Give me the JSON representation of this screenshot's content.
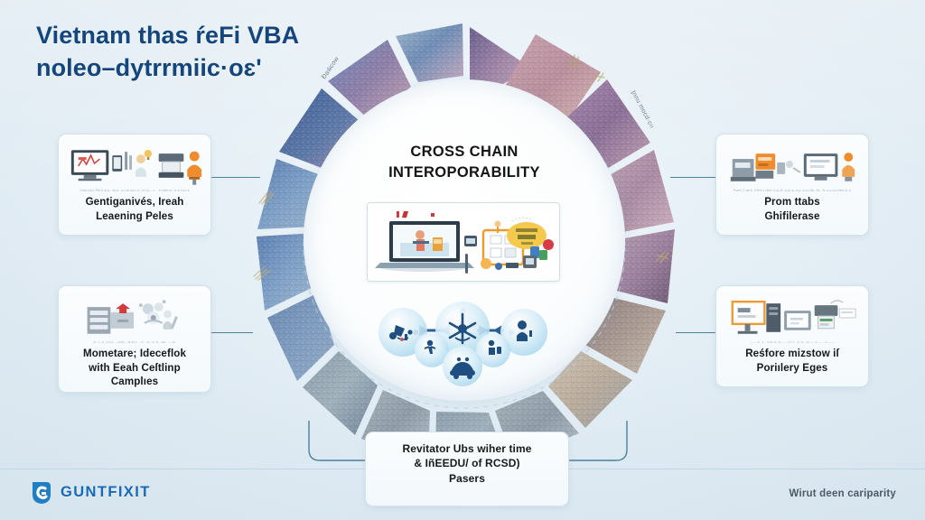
{
  "title": {
    "line1": "Vietnam thas ŕeFi VBA",
    "line2": "noleo–dytrrmiic·oɛ'"
  },
  "center": {
    "heading_line1": "CROSS CHAIN",
    "heading_line2": "INTEROPORABILITY"
  },
  "cards": {
    "left_top": {
      "line1": "Gentiganivés, Ireah",
      "line2": "Leaening Peles",
      "faint_caption": "Cont-Lin-t-Pre-il-a-e---th-n- -o-i-re-us-t-n- -re-in----r- --n-inter-e---e-e-t-n-t-s"
    },
    "left_bottom": {
      "line1": "Mometare; Ideceflok",
      "line2": "with Eeah Ceſtlinp",
      "line3": "Camplıes",
      "faint_caption": "-n- -l--n --t-n-t- ---n-tu- --a-in-r- ---t-- -n---r--n- --un- ----n--"
    },
    "right_top": {
      "line1": "Prom ttabs",
      "line2": "Ghifilerase",
      "faint_caption": "Pom-l-T-ae-b, ſl-Pre-L-dee--b-a--ff--n-tu-a--n-y--n-o-i-ith--fir- -ft--n-u-d-n-Mre-d--u"
    },
    "right_bottom": {
      "line1": "Reśfore mizstow iſ",
      "line2": "Poriılery Eges",
      "faint_caption": "--- ---t- -t- --n-e--n--u- -- --t-t--t- -t--n- --n---- -t-- -- --t---- --"
    },
    "bottom": {
      "line1": "Revitator Ubs wiher time",
      "line2": "& IñEEDU/ of RCSD)",
      "line3": "Pasers"
    }
  },
  "footer": {
    "brand": "GUNTFIXIT",
    "note": "Wirut deen cariparity"
  },
  "ring": {
    "arc_label_upper_left": "Đaŵcow",
    "arc_label_upper_right": "ţnnu mocd·cıı",
    "inner_arc_text_left": "--r-i-- -n--n---",
    "inner_arc_text_right": "--n--t---t- --n--t--t-"
  },
  "colors": {
    "background": "#e4eef5",
    "title": "#14457c",
    "connector": "#2f6e8e",
    "card_border": "#d3e2ec",
    "brand_blue": "#1668b8",
    "ring_blue": "#5b7fb4",
    "ring_mauve": "#b087a8",
    "accent_orange": "#f0992e"
  },
  "icons": {
    "logo": "shield-c-icon",
    "ring_arrow": "ring-arrow-icon",
    "center_illustration": "laptop-workflow-illustration",
    "network_illustration": "bubble-network-illustration"
  }
}
